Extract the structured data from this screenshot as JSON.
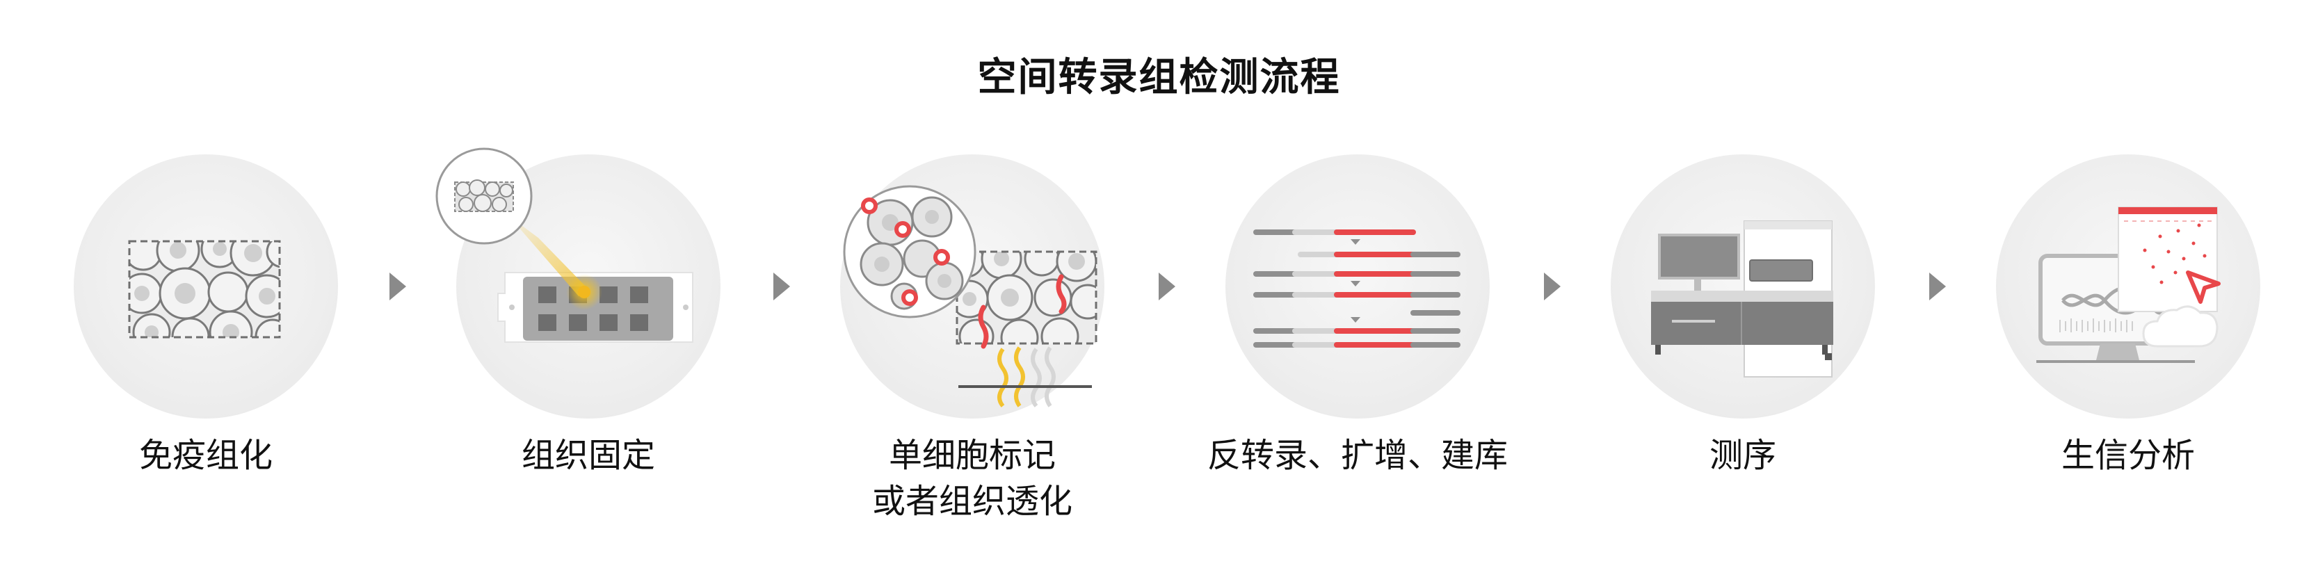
{
  "title": "空间转录组检测流程",
  "steps": [
    {
      "label": "免疫组化"
    },
    {
      "label": "组织固定"
    },
    {
      "label": "单细胞标记",
      "label2": "或者组织透化"
    },
    {
      "label": "反转录、扩增、建库"
    },
    {
      "label": "测序"
    },
    {
      "label": "生信分析"
    }
  ],
  "colors": {
    "accent_red": "#e8474a",
    "accent_yellow": "#f2c230",
    "circle_bg": "#eeeeee",
    "gray_dark": "#7a7a7a",
    "gray_light": "#cfcfcf"
  },
  "icons": [
    "tissue-grid-icon",
    "slide-fixation-icon",
    "cell-labeling-icon",
    "sequence-reads-icon",
    "sequencer-icon",
    "bioinfo-monitor-icon"
  ]
}
